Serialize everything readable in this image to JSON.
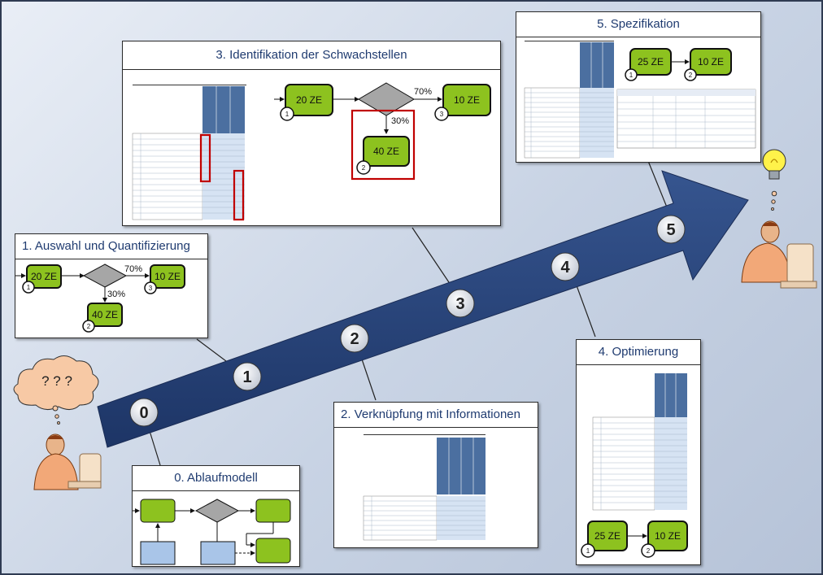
{
  "arrow_steps": [
    "0",
    "1",
    "2",
    "3",
    "4",
    "5"
  ],
  "thought_bubble": "? ? ?",
  "panels": {
    "p0": {
      "title": "0. Ablaufmodell"
    },
    "p1": {
      "title": "1. Auswahl und Quantifizierung",
      "flow": {
        "start": "20 ZE",
        "end": "10 ZE",
        "branch": "40 ZE",
        "pct_right": "70%",
        "pct_down": "30%",
        "badges": [
          "1",
          "3",
          "2"
        ]
      }
    },
    "p2": {
      "title": "2. Verknüpfung mit Informationen"
    },
    "p3": {
      "title": "3. Identifikation der Schwachstellen",
      "flow": {
        "start": "20 ZE",
        "end": "10 ZE",
        "branch": "40 ZE",
        "pct_right": "70%",
        "pct_down": "30%",
        "badges": [
          "1",
          "3",
          "2"
        ]
      }
    },
    "p4": {
      "title": "4. Optimierung",
      "flow": {
        "start": "25 ZE",
        "end": "10 ZE",
        "badges": [
          "1",
          "2"
        ]
      }
    },
    "p5": {
      "title": "5. Spezifikation",
      "flow": {
        "start": "25 ZE",
        "end": "10 ZE",
        "badges": [
          "1",
          "2"
        ]
      }
    }
  },
  "colors": {
    "arrow": "#223e78",
    "process_box": "#8dc21f",
    "decision": "#a6a6a6",
    "highlight": "#c00000",
    "table_header": "#4b6fa0",
    "table_cell": "#d6e3f3"
  }
}
